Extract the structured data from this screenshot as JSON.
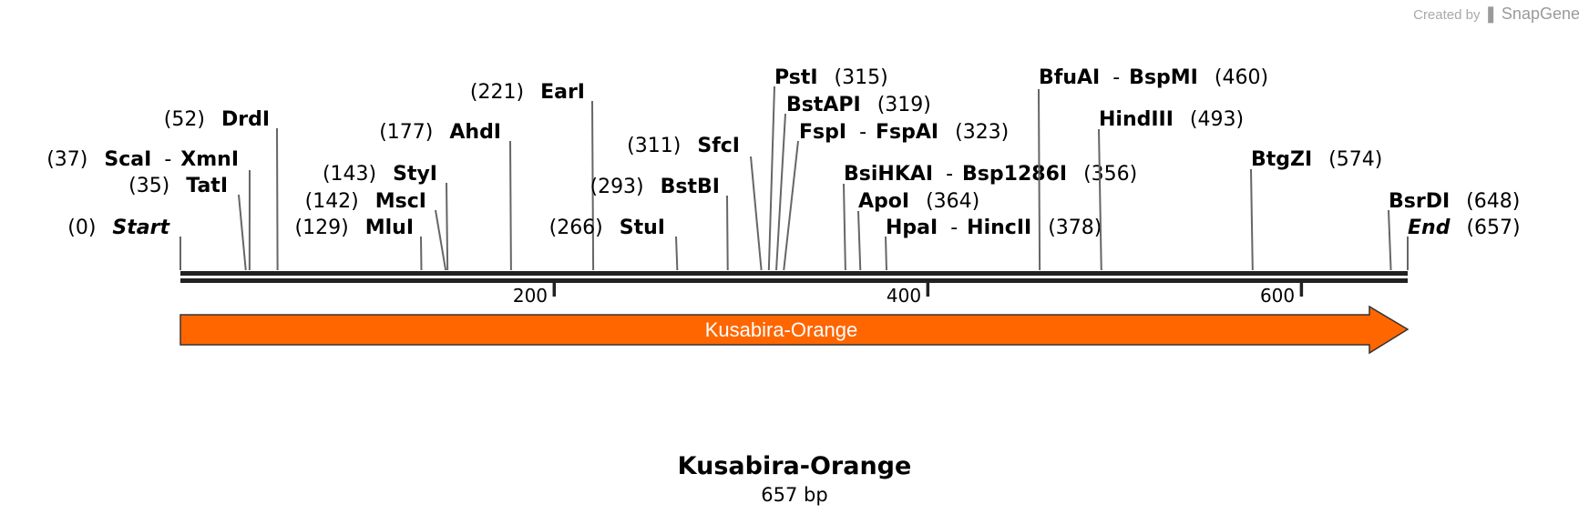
{
  "watermark": {
    "prefix": "Created by",
    "brand": "SnapGene"
  },
  "sequence": {
    "name": "Kusabira-Orange",
    "length_label": "657 bp",
    "length": 657
  },
  "feature": {
    "label": "Kusabira-Orange",
    "color": "#ff6600",
    "start": 0,
    "end": 657
  },
  "ticks": [
    {
      "bp": 200,
      "label": "200"
    },
    {
      "bp": 400,
      "label": "400"
    },
    {
      "bp": 600,
      "label": "600"
    }
  ],
  "sites": [
    {
      "id": "start",
      "parts": [
        {
          "t": "(0)"
        },
        {
          "t": "Start",
          "b": true,
          "i": true
        }
      ]
    },
    {
      "id": "tati",
      "parts": [
        {
          "t": "(35)"
        },
        {
          "t": "TatI",
          "b": true
        }
      ]
    },
    {
      "id": "scai-xmni",
      "parts": [
        {
          "t": "(37)"
        },
        {
          "t": "ScaI",
          "b": true
        },
        {
          "t": "-"
        },
        {
          "t": "XmnI",
          "b": true
        }
      ]
    },
    {
      "id": "drdi",
      "parts": [
        {
          "t": "(52)"
        },
        {
          "t": "DrdI",
          "b": true
        }
      ]
    },
    {
      "id": "mlui",
      "parts": [
        {
          "t": "(129)"
        },
        {
          "t": "MluI",
          "b": true
        }
      ]
    },
    {
      "id": "msci",
      "parts": [
        {
          "t": "(142)"
        },
        {
          "t": "MscI",
          "b": true
        }
      ]
    },
    {
      "id": "styi",
      "parts": [
        {
          "t": "(143)"
        },
        {
          "t": "StyI",
          "b": true
        }
      ]
    },
    {
      "id": "ahdi",
      "parts": [
        {
          "t": "(177)"
        },
        {
          "t": "AhdI",
          "b": true
        }
      ]
    },
    {
      "id": "eari",
      "parts": [
        {
          "t": "(221)"
        },
        {
          "t": "EarI",
          "b": true
        }
      ]
    },
    {
      "id": "stui",
      "parts": [
        {
          "t": "(266)"
        },
        {
          "t": "StuI",
          "b": true
        }
      ]
    },
    {
      "id": "bstbi",
      "parts": [
        {
          "t": "(293)"
        },
        {
          "t": "BstBI",
          "b": true
        }
      ]
    },
    {
      "id": "sfci",
      "parts": [
        {
          "t": "(311)"
        },
        {
          "t": "SfcI",
          "b": true
        }
      ]
    },
    {
      "id": "psti",
      "parts": [
        {
          "t": "PstI",
          "b": true
        },
        {
          "t": "(315)"
        }
      ]
    },
    {
      "id": "bstapi",
      "parts": [
        {
          "t": "BstAPI",
          "b": true
        },
        {
          "t": "(319)"
        }
      ]
    },
    {
      "id": "fspi-fspai",
      "parts": [
        {
          "t": "FspI",
          "b": true
        },
        {
          "t": "-"
        },
        {
          "t": "FspAI",
          "b": true
        },
        {
          "t": "(323)"
        }
      ]
    },
    {
      "id": "bsihkai-bsp1286i",
      "parts": [
        {
          "t": "BsiHKAI",
          "b": true
        },
        {
          "t": "-"
        },
        {
          "t": "Bsp1286I",
          "b": true
        },
        {
          "t": "(356)"
        }
      ]
    },
    {
      "id": "apoi",
      "parts": [
        {
          "t": "ApoI",
          "b": true
        },
        {
          "t": "(364)"
        }
      ]
    },
    {
      "id": "hpai-hincii",
      "parts": [
        {
          "t": "HpaI",
          "b": true
        },
        {
          "t": "-"
        },
        {
          "t": "HincII",
          "b": true
        },
        {
          "t": "(378)"
        }
      ]
    },
    {
      "id": "bfuai-bspmi",
      "parts": [
        {
          "t": "BfuAI",
          "b": true
        },
        {
          "t": "-"
        },
        {
          "t": "BspMI",
          "b": true
        },
        {
          "t": "(460)"
        }
      ]
    },
    {
      "id": "hindiii",
      "parts": [
        {
          "t": "HindIII",
          "b": true
        },
        {
          "t": "(493)"
        }
      ]
    },
    {
      "id": "btgzi",
      "parts": [
        {
          "t": "BtgZI",
          "b": true
        },
        {
          "t": "(574)"
        }
      ]
    },
    {
      "id": "bsrdi",
      "parts": [
        {
          "t": "BsrDI",
          "b": true
        },
        {
          "t": "(648)"
        }
      ]
    },
    {
      "id": "end",
      "parts": [
        {
          "t": "End",
          "b": true,
          "i": true
        },
        {
          "t": "(657)"
        }
      ]
    }
  ]
}
